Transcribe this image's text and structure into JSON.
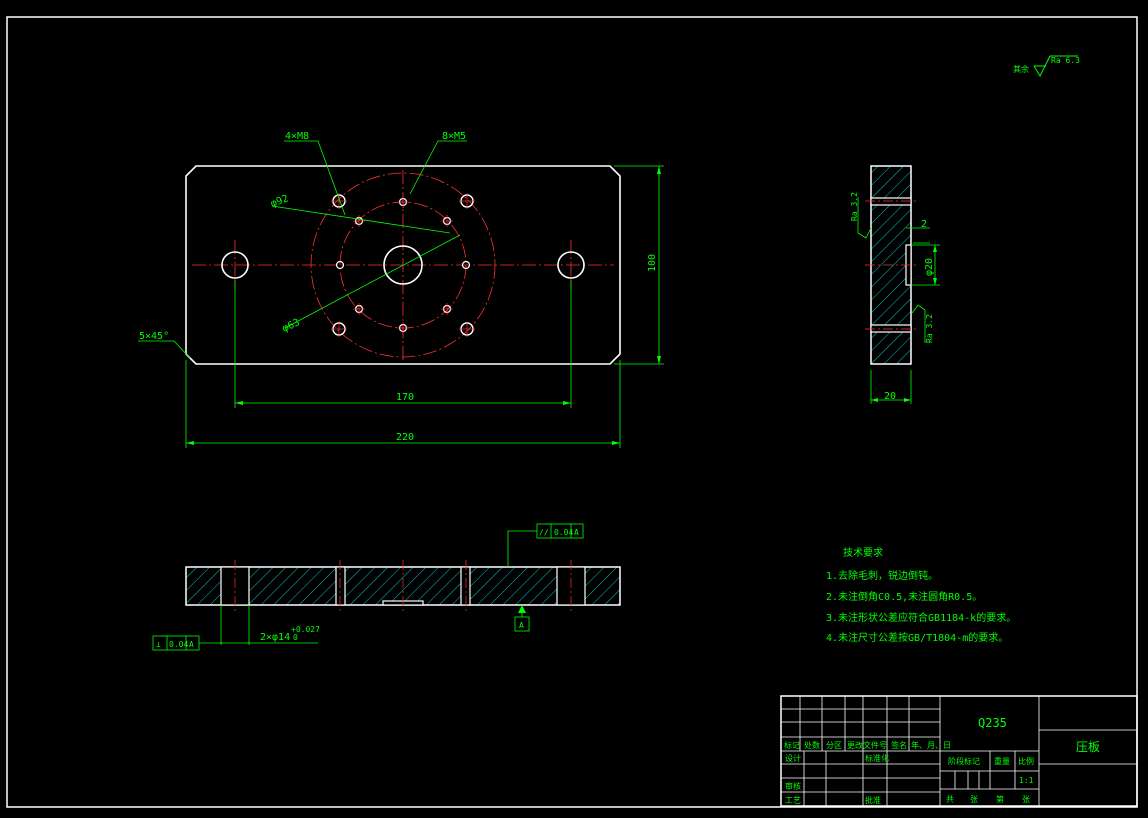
{
  "colors": {
    "background": "#000000",
    "outline": "#ffffff",
    "dimension": "#00ff00",
    "centerline": "#ff0000",
    "hatch": "#00d0d0"
  },
  "roughness": {
    "prefix": "其余",
    "value": "Ra 6.3"
  },
  "front_view": {
    "callout_threads_4": "4×M8",
    "callout_threads_8": "8×M5",
    "dia_pcd_outer": "φ92",
    "dia_pcd_inner": "φ63",
    "chamfer": "5×45°",
    "dim_hole_spacing": "170",
    "dim_length": "220",
    "dim_height": "100"
  },
  "side_view": {
    "roughness_upper": "Ra 3.2",
    "roughness_lower": "Ra 3.2",
    "dim_recess": "2",
    "dim_bore": "φ20",
    "dim_thickness": "20"
  },
  "section_view": {
    "parallelism_symbol": "//",
    "parallelism_tol": "0.04",
    "parallelism_datum": "A",
    "datum_label": "A",
    "perp_symbol": "⊥",
    "perp_tol": "0.04",
    "perp_datum": "A",
    "pin_hole_base": "2×φ14",
    "pin_hole_upper": "+0.027",
    "pin_hole_lower": "0"
  },
  "technical_requirements": {
    "heading": "技术要求",
    "items": [
      "1.去除毛刺，锐边倒钝。",
      "2.未注倒角C0.5,未注圆角R0.5。",
      "3.未注形状公差应符合GB1184-k的要求。",
      "4.未注尺寸公差按GB/T1804-m的要求。"
    ]
  },
  "title_block": {
    "material": "Q235",
    "part_name": "压板",
    "scale_value": "1:1",
    "header_cells": [
      "标记",
      "处数",
      "分区",
      "更改文件号",
      "签名",
      "年、月、日"
    ],
    "row_design": "设计",
    "row_standard": "标准化",
    "row_review": "审核",
    "row_process": "工艺",
    "row_approve": "批准",
    "stage_mark": "阶段标记",
    "weight": "重量",
    "scale": "比例",
    "sheet_total": "共",
    "sheet_label": "张",
    "sheet_num": "第",
    "sheet_label2": "张"
  }
}
